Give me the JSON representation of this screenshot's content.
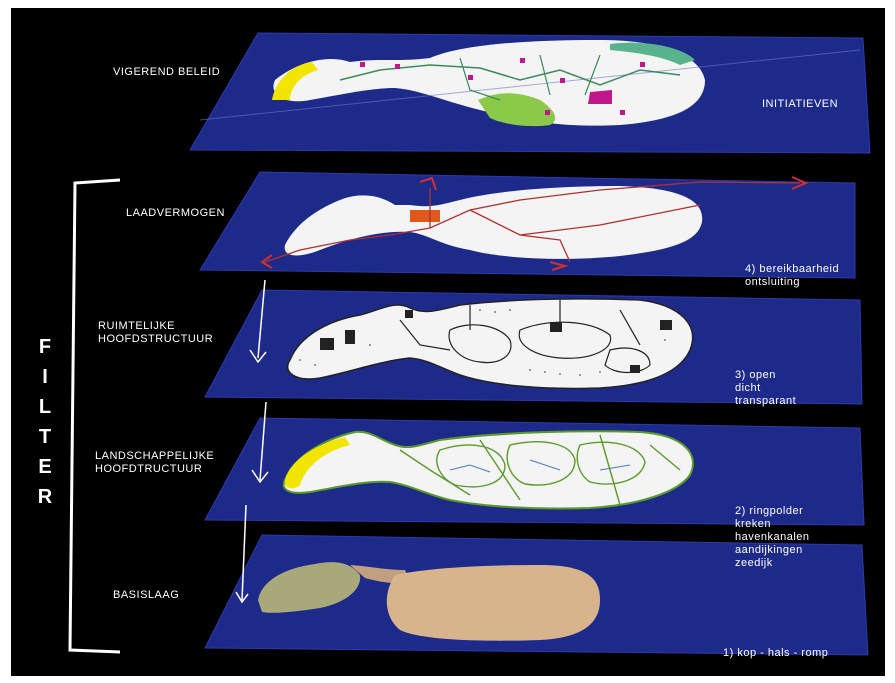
{
  "layers": {
    "vigerend": "VIGEREND BELEID",
    "laad": "LAADVERMOGEN",
    "ruimte": "RUIMTELIJKE\nHOOFDSTRUCTUUR",
    "landschap": "LANDSCHAPPELIJKE\nHOOFDTRUCTUUR",
    "basis": "BASISLAAG"
  },
  "initiatieven": "INITIATIEVEN",
  "filter_letters": [
    "F",
    "I",
    "L",
    "T",
    "E",
    "R"
  ],
  "notes": {
    "n4": "4) bereikbaarheid\n    ontsluiting",
    "n3": "3)  open\n     dicht\n     transparant",
    "n2": "2)  ringpolder\n     kreken\n     havenkanalen\n     aandijkingen\n     zeedijk",
    "n1": "1)  kop - hals - romp"
  },
  "colors": {
    "plane": "#1e2a8a",
    "plane_edge": "#2b3aa8",
    "island": "#f4f4f4",
    "yellow": "#f2e600",
    "orange": "#e0581c",
    "route": "#b03030",
    "green_line": "#5a9a2a",
    "base_head": "#a8a878",
    "base_body": "#d8b48c"
  }
}
